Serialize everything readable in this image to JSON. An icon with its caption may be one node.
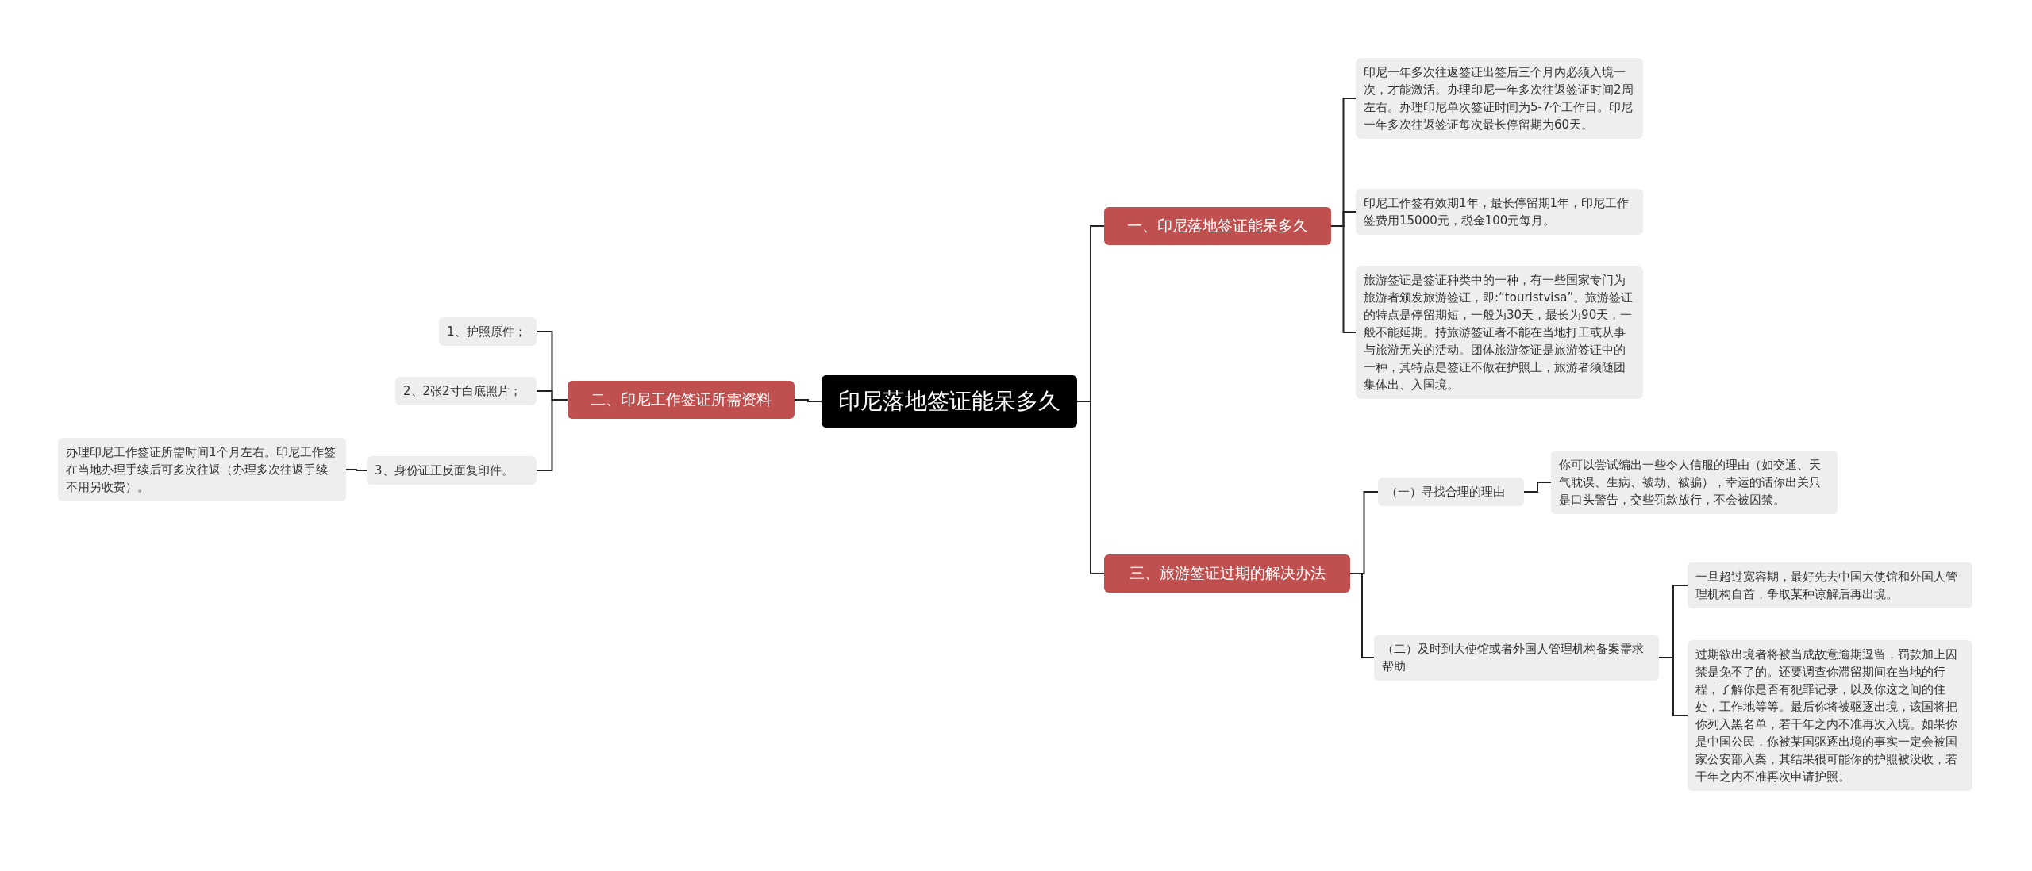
{
  "diagram": {
    "nodes": [
      {
        "text": [
          "印尼落地签证能呆多久"
        ]
      },
      {
        "text": [
          "一、印尼落地签证能呆多久"
        ]
      },
      {
        "text": [
          "印尼一年多次往返签证出签后三个月内必须入境一次，才能激活。办理印尼一年多次往返签证时间2周左右。办理印尼单次签证时间为5-7个工作日。印尼一年多次往返签证每次最长停留期为60天。"
        ]
      },
      {
        "text": [
          "印尼工作签有效期1年，最长停留期1年，印尼工作签费用15000元，税金100元每月。"
        ]
      },
      {
        "text": [
          "旅游签证是签证种类中的一种，有一些国家专门为旅游者颁发旅游签证，即:“touristvisa”。旅游签证的特点是停留期短，一般为30天，最长为90天，一般不能延期。持旅游签证者不能在当地打工或从事与旅游无关的活动。团体旅游签证是旅游签证中的一种，其特点是签证不做在护照上，旅游者须随团集体出、入国境。"
        ]
      },
      {
        "text": [
          "二、印尼工作签证所需资料"
        ]
      },
      {
        "text": [
          "1、护照原件；"
        ]
      },
      {
        "text": [
          "2、2张2寸白底照片；"
        ]
      },
      {
        "text": [
          "3、身份证正反面复印件。"
        ]
      },
      {
        "text": [
          "办理印尼工作签证所需时间1个月左右。印尼工作签在当地办理手续后可多次往返（办理多次往返手续不用另收费）。"
        ]
      },
      {
        "text": [
          "三、旅游签证过期的解决办法"
        ]
      },
      {
        "text": [
          "（一）寻找合理的理由"
        ]
      },
      {
        "text": [
          "你可以尝试编出一些令人信服的理由（如交通、天气耽误、生病、被劫、被骗），幸运的话你出关只是口头警告，交些罚款放行，不会被囚禁。"
        ]
      },
      {
        "text": [
          "（二）及时到大使馆或者外国人管理机构备案需求帮助"
        ]
      },
      {
        "text": [
          "一旦超过宽容期，最好先去中国大使馆和外国人管理机构自首，争取某种谅解后再出境。"
        ]
      },
      {
        "text": [
          "过期欲出境者将被当成故意逾期逗留，罚款加上囚禁是免不了的。还要调查你滞留期间在当地的行程，了解你是否有犯罪记录，以及你这之间的住处，工作地等等。最后你将被驱逐出境，该国将把你列入黑名单，若干年之内不准再次入境。如果你是中国公民，你被某国驱逐出境的事实一定会被国家公安部入案，其结果很可能你的护照被没收，若干年之内不准再次申请护照。"
        ]
      }
    ],
    "edges": [
      {
        "from": 0,
        "to": 1,
        "arrow": "none"
      },
      {
        "from": 1,
        "to": 2,
        "arrow": "none"
      },
      {
        "from": 1,
        "to": 3,
        "arrow": "none"
      },
      {
        "from": 1,
        "to": 4,
        "arrow": "none"
      },
      {
        "from": 0,
        "to": 5,
        "arrow": "none"
      },
      {
        "from": 5,
        "to": 6,
        "arrow": "none"
      },
      {
        "from": 5,
        "to": 7,
        "arrow": "none"
      },
      {
        "from": 5,
        "to": 8,
        "arrow": "none"
      },
      {
        "from": 8,
        "to": 9,
        "arrow": "none"
      },
      {
        "from": 0,
        "to": 10,
        "arrow": "none"
      },
      {
        "from": 10,
        "to": 11,
        "arrow": "none"
      },
      {
        "from": 11,
        "to": 12,
        "arrow": "none"
      },
      {
        "from": 10,
        "to": 13,
        "arrow": "none"
      },
      {
        "from": 13,
        "to": 14,
        "arrow": "none"
      },
      {
        "from": 13,
        "to": 15,
        "arrow": "none"
      }
    ]
  }
}
